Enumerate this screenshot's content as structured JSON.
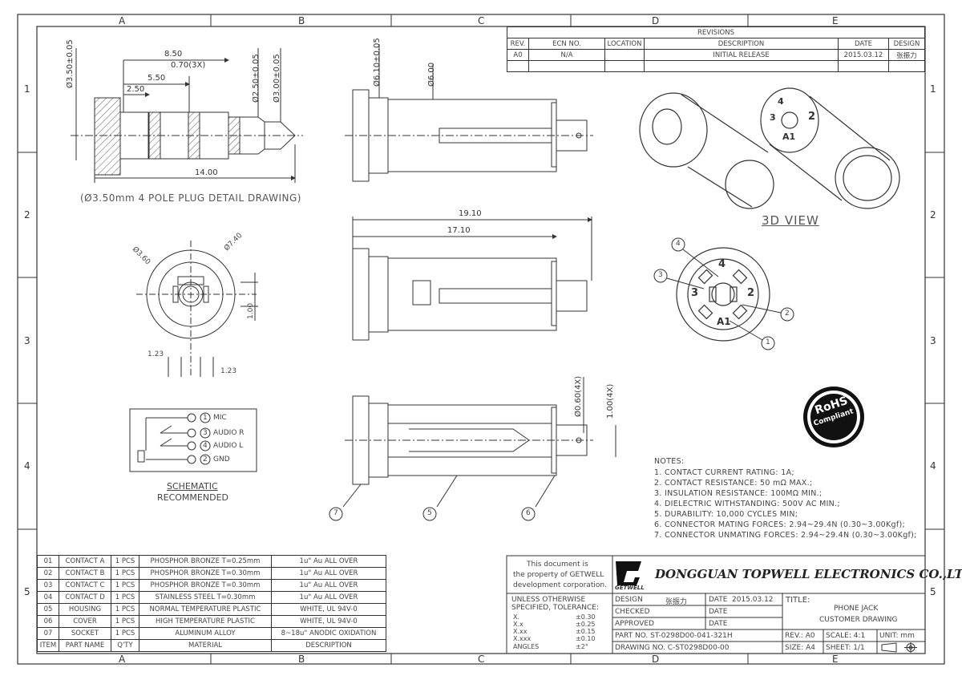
{
  "zones": {
    "columns": [
      "A",
      "B",
      "C",
      "D",
      "E"
    ],
    "rows": [
      "1",
      "2",
      "3",
      "4",
      "5"
    ]
  },
  "plug_detail": {
    "dims": [
      "Ø3.50±0.05",
      "8.50",
      "0.70(3X)",
      "5.50",
      "2.50",
      "Ø2.50±0.05",
      "Ø3.00±0.05",
      "14.00"
    ],
    "caption": "(Ø3.50mm 4 POLE PLUG DETAIL DRAWING)"
  },
  "top_view": {
    "dims": [
      "Ø6.10±0.05",
      "Ø6.00"
    ]
  },
  "side_view": {
    "dims": [
      "19.10",
      "17.10"
    ]
  },
  "front_view": {
    "dims": [
      "Ø3.60",
      "Ø7.40",
      "1.00",
      "1.23",
      "1.23"
    ]
  },
  "bottom_view": {
    "dims": [
      "Ø0.60(4X)",
      "1.00(4X)"
    ],
    "balloons": [
      "7",
      "5",
      "6"
    ]
  },
  "view_3d": {
    "label": "3D VIEW",
    "pins": [
      "4",
      "3",
      "2",
      "A1"
    ]
  },
  "pin_view": {
    "pins": [
      "4",
      "3",
      "2",
      "A1"
    ],
    "balloons": [
      "4",
      "3",
      "2",
      "1"
    ]
  },
  "schematic": {
    "rows": [
      {
        "num": "1",
        "label": "MIC"
      },
      {
        "num": "3",
        "label": "AUDIO R"
      },
      {
        "num": "4",
        "label": "AUDIO L"
      },
      {
        "num": "2",
        "label": "GND"
      }
    ],
    "caption1": "SCHEMATIC",
    "caption2": "RECOMMENDED"
  },
  "rohs": {
    "line1": "RoHS",
    "line2": "Compliant"
  },
  "notes": {
    "title": "NOTES:",
    "items": [
      "1. CONTACT CURRENT RATING: 1A;",
      "2. CONTACT RESISTANCE: 50 mΩ MAX.;",
      "3. INSULATION RESISTANCE: 100MΩ MIN.;",
      "4. DIELECTRIC WITHSTANDING: 500V AC MIN.;",
      "5. DURABILITY: 10,000 CYCLES MIN;",
      "6. CONNECTOR MATING FORCES: 2.94~29.4N (0.30~3.00Kgf);",
      "7. CONNECTOR UNMATING FORCES: 2.94~29.4N (0.30~3.00Kgf);"
    ]
  },
  "revisions": {
    "title": "REVISIONS",
    "headers": [
      "REV.",
      "ECN NO.",
      "LOCATION",
      "DESCRIPTION",
      "DATE",
      "DESIGN"
    ],
    "row": [
      "A0",
      "N/A",
      "",
      "INITIAL RELEASE",
      "2015.03.12",
      "张振力"
    ]
  },
  "bom": {
    "rows": [
      [
        "01",
        "CONTACT A",
        "1 PCS",
        "PHOSPHOR BRONZE T=0.25mm",
        "1u\" Au ALL OVER"
      ],
      [
        "02",
        "CONTACT B",
        "1 PCS",
        "PHOSPHOR BRONZE T=0.30mm",
        "1u\" Au ALL OVER"
      ],
      [
        "03",
        "CONTACT C",
        "1 PCS",
        "PHOSPHOR BRONZE T=0.30mm",
        "1u\" Au ALL OVER"
      ],
      [
        "04",
        "CONTACT D",
        "1 PCS",
        "STAINLESS STEEL T=0.30mm",
        "1u\" Au ALL OVER"
      ],
      [
        "05",
        "HOUSING",
        "1 PCS",
        "NORMAL TEMPERATURE PLASTIC",
        "WHITE, UL 94V-0"
      ],
      [
        "06",
        "COVER",
        "1 PCS",
        "HIGH TEMPERATURE PLASTIC",
        "WHITE, UL 94V-0"
      ],
      [
        "07",
        "SOCKET",
        "1 PCS",
        "ALUMINUM ALLOY",
        "8~18u\" ANODIC OXIDATION"
      ]
    ],
    "headers": [
      "ITEM",
      "PART NAME",
      "Q'TY",
      "MATERIAL",
      "DESCRIPTION"
    ]
  },
  "title_block": {
    "property_lines": [
      "This document is",
      "the property of GETWELL",
      "development corporation."
    ],
    "logo_text": "GETWELL",
    "company": "DONGGUAN TOPWELL ELECTRONICS CO.,LTD.",
    "tolerance_title": [
      "UNLESS OTHERWISE",
      "SPECIFIED, TOLERANCE:"
    ],
    "tolerances": [
      [
        "X.",
        "±0.30"
      ],
      [
        "X.x",
        "±0.25"
      ],
      [
        "X.xx",
        "±0.15"
      ],
      [
        "X.xxx",
        "±0.10"
      ],
      [
        "ANGLES",
        "±2°"
      ]
    ],
    "design_label": "DESIGN",
    "designer": "张振力",
    "date_label": "DATE",
    "date_value": "2015.03.12",
    "checked_label": "CHECKED",
    "approved_label": "APPROVED",
    "title_label": "TITLE:",
    "title_line1": "PHONE JACK",
    "title_line2": "CUSTOMER DRAWING",
    "part_no": "PART NO. ST-0298D00-041-321H",
    "drawing_no": "DRAWING NO. C-ST0298D00-00",
    "rev": "REV.: A0",
    "scale": "SCALE: 4:1",
    "unit": "UNIT: mm",
    "size": "SIZE: A4",
    "sheet": "SHEET: 1/1"
  },
  "colors": {
    "line": "#333333",
    "hatch": "#555555"
  }
}
